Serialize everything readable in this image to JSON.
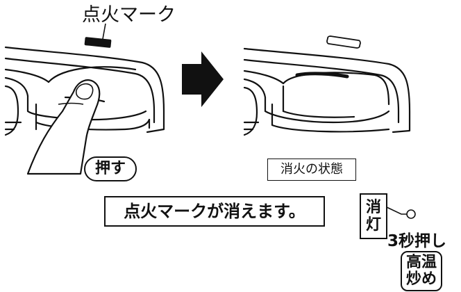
{
  "labels": {
    "ignition_mark": "点火マーク",
    "press": "押す",
    "extinguished_state": "消火の状態",
    "message": "点火マークが消えます。",
    "off_key_line1": "消",
    "off_key_line2": "灯",
    "hold_3sec": "3秒押し",
    "stirfry_line1": "高温",
    "stirfry_line2": "炒め"
  }
}
